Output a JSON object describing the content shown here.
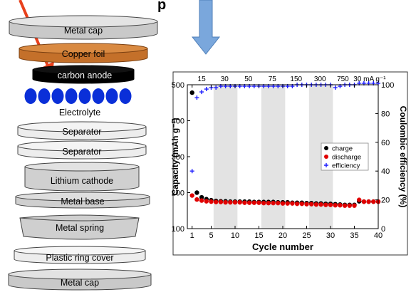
{
  "stack": {
    "metal_cap_top": "Metal cap",
    "copper_foil": "Copper foil",
    "carbon_anode": "carbon anode",
    "electrolyte": "Electrolyte",
    "separator_1": "Separator",
    "separator_2": "Separator",
    "lithium_cathode": "Lithium cathode",
    "metal_base": "Metal base",
    "metal_spring": "Metal spring",
    "plastic_ring_cover": "Plastic ring cover",
    "metal_cap_bottom": "Metal cap"
  },
  "top_label_fragment": "p",
  "colors": {
    "metal": "#d7d7d7",
    "copper": "#c8722c",
    "anode": "#000000",
    "electrolyte_dots": "#0a2fd8",
    "pointer_arrow": "#e8401c",
    "down_arrow": "#7aa7dc",
    "charge": "#000000",
    "discharge": "#e00000",
    "efficiency": "#1a1aff",
    "band": "#e3e3e3"
  },
  "chart_data": {
    "type": "scatter",
    "xlabel": "Cycle number",
    "ylabel": "Capacity (mAh g⁻¹)",
    "y2label": "Coulombic efficiency (%)",
    "xlim": [
      0,
      40
    ],
    "ylim": [
      100,
      500
    ],
    "y2lim": [
      0,
      100
    ],
    "xticks": [
      1,
      5,
      10,
      15,
      20,
      25,
      30,
      35,
      40
    ],
    "yticks": [
      100,
      200,
      300,
      400,
      500
    ],
    "y2ticks": [
      0,
      20,
      40,
      60,
      80,
      100
    ],
    "grid": false,
    "legend_position": "right-middle",
    "rate_labels": [
      "15",
      "30",
      "50",
      "75",
      "150",
      "300",
      "750",
      "30 mA g⁻¹"
    ],
    "shaded_cycle_ranges": [
      [
        5.5,
        10.5
      ],
      [
        15.5,
        20.5
      ],
      [
        25.5,
        30.5
      ]
    ],
    "series": [
      {
        "name": "charge",
        "marker": "circle",
        "axis": "left",
        "x": [
          1,
          2,
          3,
          4,
          5,
          6,
          7,
          8,
          9,
          10,
          11,
          12,
          13,
          14,
          15,
          16,
          17,
          18,
          19,
          20,
          21,
          22,
          23,
          24,
          25,
          26,
          27,
          28,
          29,
          30,
          31,
          32,
          33,
          34,
          35,
          36,
          37,
          38,
          39,
          40
        ],
        "y": [
          478,
          200,
          187,
          182,
          179,
          177,
          176,
          176,
          175,
          175,
          175,
          175,
          175,
          174,
          174,
          174,
          174,
          174,
          173,
          173,
          173,
          172,
          172,
          172,
          171,
          171,
          170,
          170,
          169,
          169,
          168,
          167,
          166,
          166,
          166,
          176,
          175,
          175,
          175,
          175
        ]
      },
      {
        "name": "discharge",
        "marker": "circle",
        "axis": "left",
        "x": [
          1,
          2,
          3,
          4,
          5,
          6,
          7,
          8,
          9,
          10,
          11,
          12,
          13,
          14,
          15,
          16,
          17,
          18,
          19,
          20,
          21,
          22,
          23,
          24,
          25,
          26,
          27,
          28,
          29,
          30,
          31,
          32,
          33,
          34,
          35,
          36,
          37,
          38,
          39,
          40
        ],
        "y": [
          192,
          181,
          178,
          176,
          175,
          174,
          174,
          173,
          173,
          173,
          173,
          172,
          172,
          172,
          172,
          171,
          171,
          171,
          171,
          170,
          170,
          170,
          169,
          169,
          168,
          168,
          167,
          167,
          166,
          166,
          165,
          165,
          164,
          164,
          164,
          180,
          175,
          175,
          175,
          175
        ]
      },
      {
        "name": "efficiency",
        "marker": "plus",
        "axis": "right",
        "x": [
          1,
          2,
          3,
          4,
          5,
          6,
          7,
          8,
          9,
          10,
          11,
          12,
          13,
          14,
          15,
          16,
          17,
          18,
          19,
          20,
          21,
          22,
          23,
          24,
          25,
          26,
          27,
          28,
          29,
          30,
          31,
          32,
          33,
          34,
          35,
          36,
          37,
          38,
          39,
          40
        ],
        "y": [
          40,
          91,
          95,
          97,
          98,
          98,
          99,
          99,
          99,
          99,
          99,
          99,
          99,
          99,
          99,
          99,
          99,
          99,
          99,
          99,
          99,
          99,
          100,
          100,
          100,
          100,
          100,
          100,
          100,
          100,
          98,
          99,
          100,
          100,
          100,
          101,
          101,
          101,
          101,
          101
        ]
      }
    ]
  }
}
